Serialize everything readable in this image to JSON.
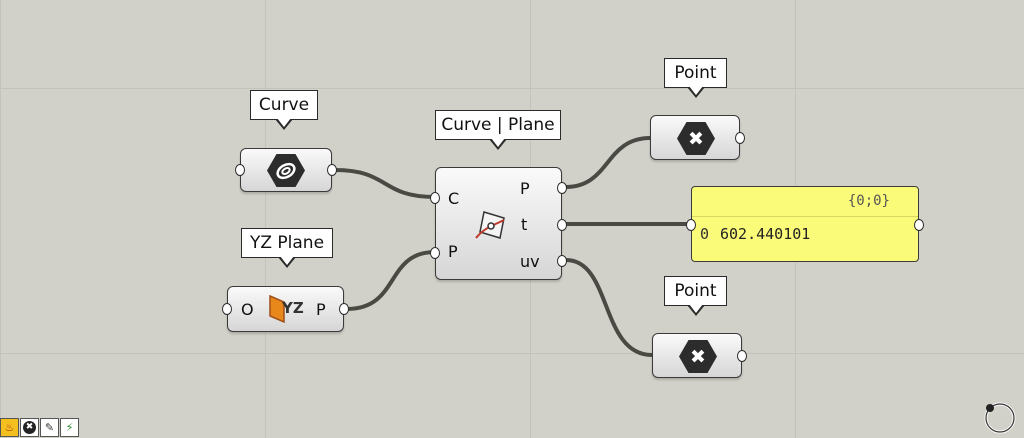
{
  "tags": {
    "curve": "Curve",
    "yz_plane": "YZ Plane",
    "curve_plane": "Curve | Plane",
    "point_top": "Point",
    "point_bottom": "Point"
  },
  "yz_component": {
    "input": "O",
    "icon_text": "YZ",
    "output": "P"
  },
  "curve_plane_component": {
    "inputs": [
      "C",
      "P"
    ],
    "outputs": [
      "P",
      "t",
      "uv"
    ]
  },
  "panel": {
    "path": "{0;0}",
    "rows": [
      {
        "index": "0",
        "value": "602.440101"
      }
    ]
  },
  "point_component": {
    "icon": "x-icon",
    "symbol": "✖"
  },
  "colors": {
    "canvas": "#d2d1c9",
    "panel": "#fbfb7a",
    "yz_icon": "#e8871a",
    "wire": "#4a4a45"
  }
}
